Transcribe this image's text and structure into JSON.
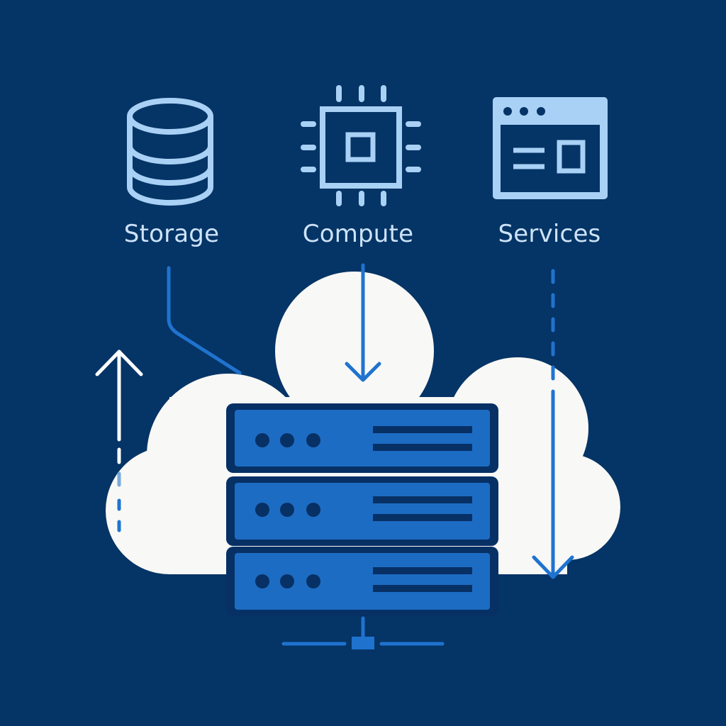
{
  "labels": {
    "storage": "Storage",
    "compute": "Compute",
    "services": "Services"
  },
  "icons": {
    "storage": "database-icon",
    "compute": "cpu-chip-icon",
    "services": "browser-window-icon",
    "server": "server-rack-icon",
    "network": "network-connector-icon",
    "cloud": "cloud-shape"
  },
  "colors": {
    "background": "#053466",
    "icon_light": "#a9d1f5",
    "label_text": "#cde3f7",
    "cloud": "#f8f8f6",
    "server_blue": "#1d6cc3",
    "server_dark": "#073065",
    "arrow_blue": "#1f73cf",
    "arrow_white": "#ffffff"
  }
}
